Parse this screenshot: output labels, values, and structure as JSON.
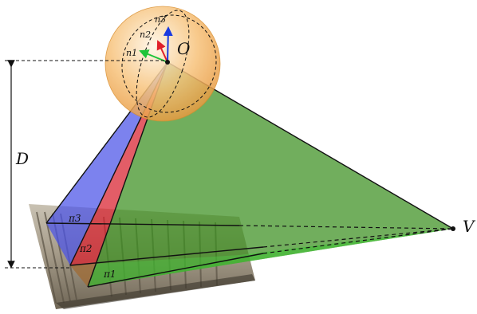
{
  "labels": {
    "origin": "O",
    "vanishing_point": "V",
    "distance": "D",
    "normal_1": "n1",
    "normal_2": "n2",
    "normal_3": "n3",
    "plane_1": "π1",
    "plane_2": "π2",
    "plane_3": "π3"
  },
  "colors": {
    "sphere_fill": "#f5b860",
    "sphere_edge": "#d98c2a",
    "plane_green": "#3a8f1f",
    "plane_green_light": "#3ddc3a",
    "plane_red": "#d81e2c",
    "plane_blue": "#4a52e8",
    "normal_n1": "#1ec43a",
    "normal_n2": "#e0202a",
    "normal_n3": "#1a3ae0"
  }
}
